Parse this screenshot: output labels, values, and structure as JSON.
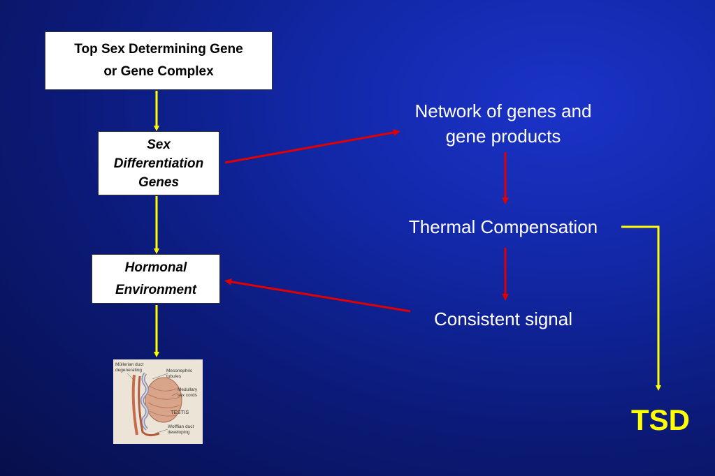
{
  "left_boxes": {
    "top": {
      "line1": "Top Sex Determining Gene",
      "line2": "or Gene Complex"
    },
    "sex_diff": {
      "line1": "Sex",
      "line2": "Differentiation",
      "line3": "Genes"
    },
    "hormonal": {
      "line1": "Hormonal",
      "line2": "Environment"
    }
  },
  "right_flow": {
    "network": {
      "line1": "Network of genes and",
      "line2": "gene products"
    },
    "thermal": "Thermal Compensation",
    "consistent": "Consistent signal",
    "result": "TSD"
  },
  "illustration": {
    "labels": {
      "mullerian": [
        "Müllerian duct",
        "degenerating"
      ],
      "mesonephric": [
        "Mesonephric",
        "tubules"
      ],
      "medullary": [
        "Medullary",
        "sex cords"
      ],
      "testis": "TESTIS",
      "wolffian": [
        "Wolffian duct",
        "developing"
      ]
    }
  },
  "colors": {
    "background": "#1228a8",
    "yellow_arrow": "#ffff00",
    "red_arrow": "#e00000",
    "box_fill": "#ffffff"
  }
}
